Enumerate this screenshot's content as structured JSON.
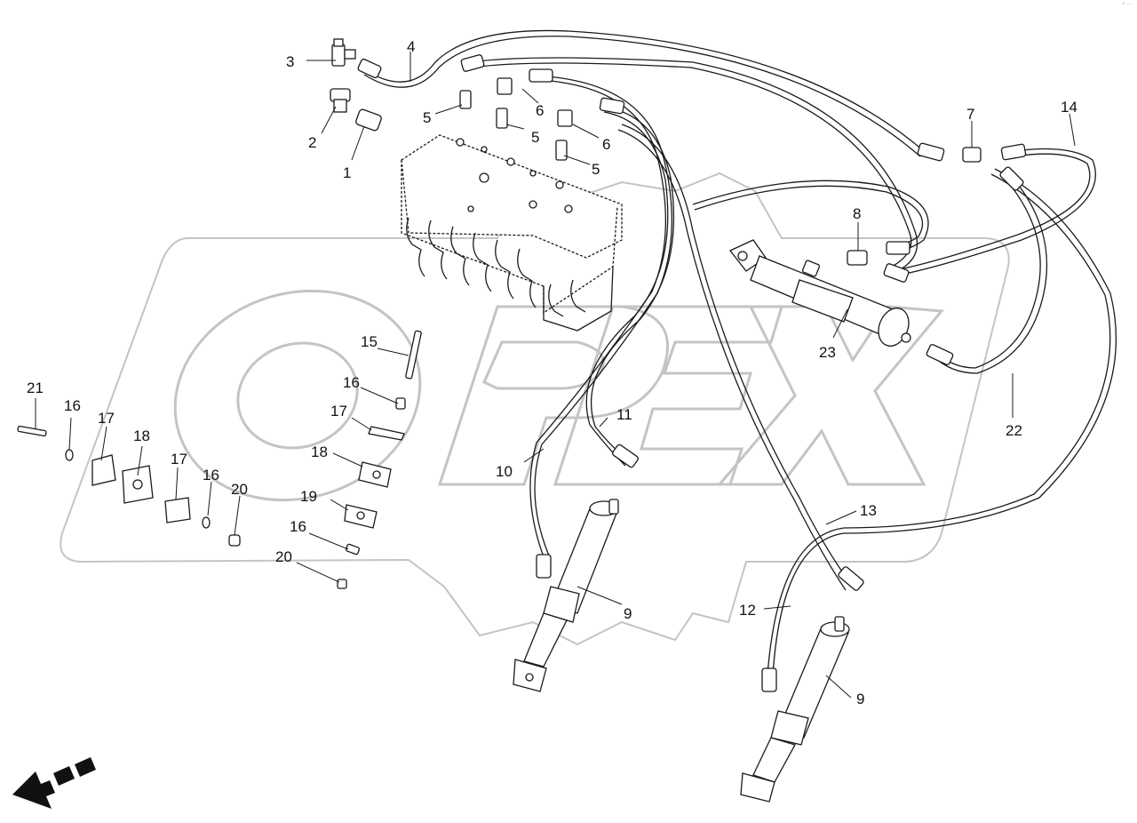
{
  "watermark": {
    "text": "OPEX",
    "color": "#bfbfbf"
  },
  "corner_mark": "·° ···",
  "colors": {
    "line": "#1a1a1a",
    "paper": "#ffffff",
    "arrow": "#111111"
  },
  "parts": [
    {
      "id": "p1",
      "label": "1"
    },
    {
      "id": "p2",
      "label": "2"
    },
    {
      "id": "p3",
      "label": "3"
    },
    {
      "id": "p4",
      "label": "4"
    },
    {
      "id": "p5a",
      "label": "5"
    },
    {
      "id": "p5b",
      "label": "5"
    },
    {
      "id": "p5c",
      "label": "5"
    },
    {
      "id": "p6a",
      "label": "6"
    },
    {
      "id": "p6b",
      "label": "6"
    },
    {
      "id": "p7",
      "label": "7"
    },
    {
      "id": "p8",
      "label": "8"
    },
    {
      "id": "p9a",
      "label": "9"
    },
    {
      "id": "p9b",
      "label": "9"
    },
    {
      "id": "p10",
      "label": "10"
    },
    {
      "id": "p11",
      "label": "11"
    },
    {
      "id": "p12",
      "label": "12"
    },
    {
      "id": "p13",
      "label": "13"
    },
    {
      "id": "p14",
      "label": "14"
    },
    {
      "id": "p15",
      "label": "15"
    },
    {
      "id": "p16a",
      "label": "16"
    },
    {
      "id": "p16b",
      "label": "16"
    },
    {
      "id": "p16c",
      "label": "16"
    },
    {
      "id": "p16d",
      "label": "16"
    },
    {
      "id": "p17a",
      "label": "17"
    },
    {
      "id": "p17b",
      "label": "17"
    },
    {
      "id": "p17c",
      "label": "17"
    },
    {
      "id": "p18a",
      "label": "18"
    },
    {
      "id": "p18b",
      "label": "18"
    },
    {
      "id": "p19",
      "label": "19"
    },
    {
      "id": "p20a",
      "label": "20"
    },
    {
      "id": "p20b",
      "label": "20"
    },
    {
      "id": "p21",
      "label": "21"
    },
    {
      "id": "p22",
      "label": "22"
    },
    {
      "id": "p23",
      "label": "23"
    }
  ]
}
